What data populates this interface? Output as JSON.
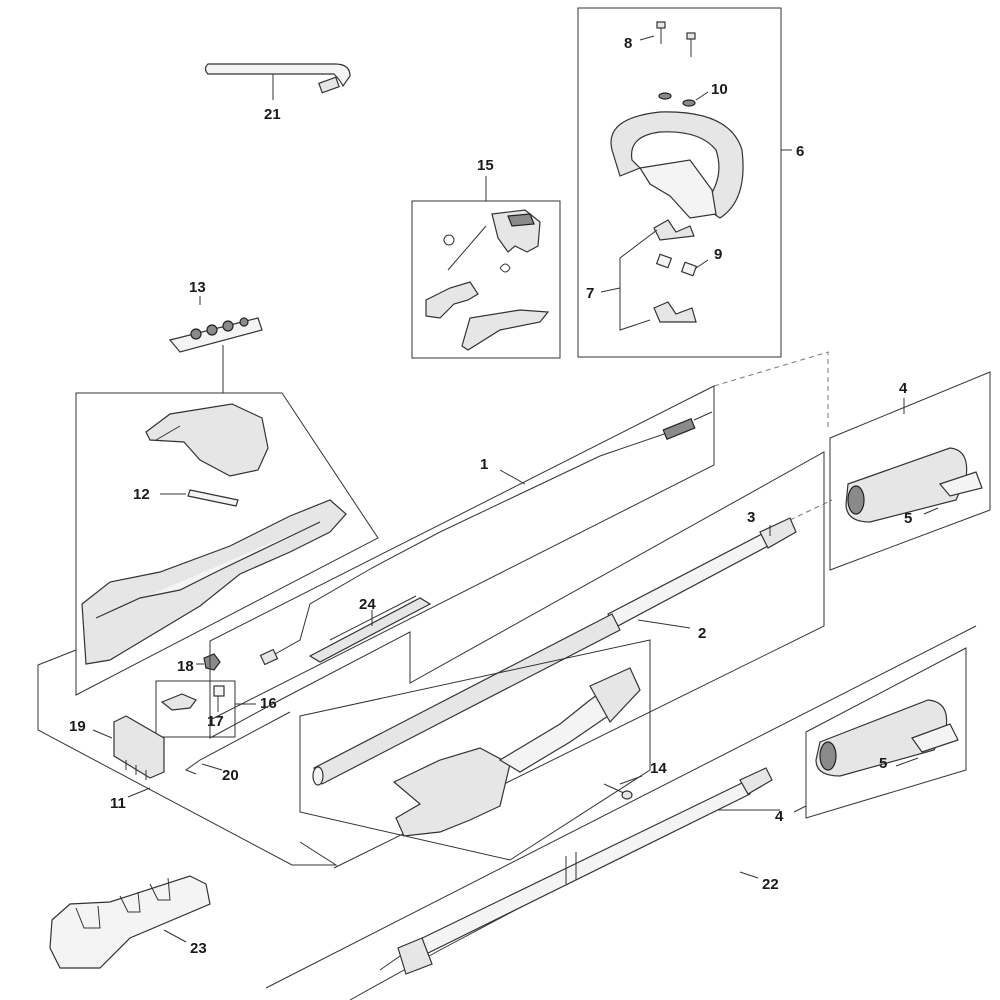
{
  "callouts": {
    "c1": "1",
    "c2": "2",
    "c3": "3",
    "c4a": "4",
    "c4b": "4",
    "c5a": "5",
    "c5b": "5",
    "c6": "6",
    "c7": "7",
    "c8": "8",
    "c9": "9",
    "c10": "10",
    "c11": "11",
    "c12": "12",
    "c13": "13",
    "c14": "14",
    "c15": "15",
    "c16": "16",
    "c17": "17",
    "c18": "18",
    "c19": "19",
    "c20": "20",
    "c21": "21",
    "c22": "22",
    "c23": "23",
    "c24": "24"
  }
}
